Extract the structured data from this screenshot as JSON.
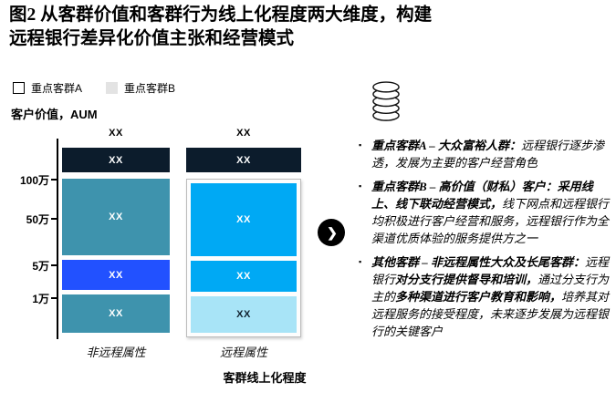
{
  "chart_data": {
    "type": "matrix",
    "title": "图2 从客群价值和客群行为线上化程度两大维度，构建远程银行差异化价值主张和经营模式",
    "legend": [
      {
        "label": "重点客群A",
        "swatch_fill": "#ffffff",
        "swatch_border": "#000000"
      },
      {
        "label": "重点客群B",
        "swatch_fill": "#e3e3e3",
        "swatch_border": "#e3e3e3"
      }
    ],
    "y_axis_label": "客户价值，AUM",
    "y_ticks": [
      "100万",
      "50万",
      "5万",
      "1万"
    ],
    "x_categories": [
      "非远程属性",
      "远程属性"
    ],
    "x_axis_title": "客群线上化程度",
    "columns": [
      {
        "category": "非远程属性",
        "top_label": "XX",
        "outlined_group": false,
        "segments": [
          {
            "value": "XX",
            "color": "#0c1c2c"
          },
          {
            "value": "XX",
            "color": "#3e93ad"
          },
          {
            "value": "XX",
            "color": "#2251ff"
          },
          {
            "value": "XX",
            "color": "#3e93ad"
          }
        ]
      },
      {
        "category": "远程属性",
        "top_label": "XX",
        "outlined_group": true,
        "segments": [
          {
            "value": "XX",
            "color": "#0c1c2c"
          },
          {
            "value": "XX",
            "color": "#00a9f4"
          },
          {
            "value": "XX",
            "color": "#00a9f4"
          },
          {
            "value": "XX",
            "color": "#a8e4f7"
          }
        ]
      }
    ]
  },
  "arrow": {
    "glyph": "❯"
  },
  "icons": {
    "coins": "stack-of-coins",
    "arrow": "chevron-right"
  },
  "annotations": {
    "marker": "▪",
    "bullets": [
      {
        "runs": [
          {
            "bold": true,
            "text": "重点客群A – 大众富裕人群："
          },
          {
            "bold": false,
            "text": "远程银行逐步渗透，发展为主要的客户经营角色"
          }
        ]
      },
      {
        "runs": [
          {
            "bold": true,
            "text": "重点客群B – 高价值（财私）客户："
          },
          {
            "bold": true,
            "text": "采用线上、线下联动经营模式，"
          },
          {
            "bold": false,
            "text": "线下网点和远程银行均积极进行客户经营和服务，远程银行作为全渠道优质体验的服务提供方之一"
          }
        ]
      },
      {
        "runs": [
          {
            "bold": true,
            "text": "其他客群 – 非远程属性大众及长尾客群："
          },
          {
            "bold": false,
            "text": "远程银行"
          },
          {
            "bold": true,
            "text": "对分支行提供督导和培训，"
          },
          {
            "bold": false,
            "text": "通过分支行为主的"
          },
          {
            "bold": true,
            "text": "多种渠道进行客户教育和影响，"
          },
          {
            "bold": false,
            "text": "培养其对远程服务的接受程度，未来逐步发展为远程银行的关键客户"
          }
        ]
      }
    ]
  }
}
